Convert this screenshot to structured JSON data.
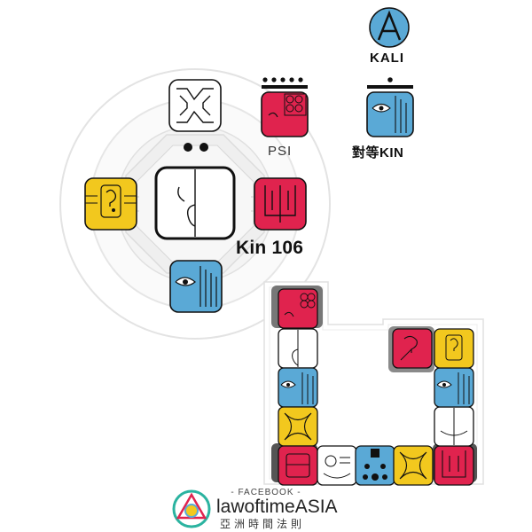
{
  "oracle": {
    "kin_title": "Kin 106",
    "psi_label": "PSI"
  },
  "kali": {
    "label": "KALI"
  },
  "equivalent": {
    "label": "對等KIN"
  },
  "brand": {
    "facebook": "- FACEBOOK -",
    "name": "lawoftimeASIA",
    "subtitle": "亞洲時間法則"
  },
  "colors": {
    "red": "#e0234e",
    "white": "#ffffff",
    "blue": "#5aa9d6",
    "yellow": "#f2c81e",
    "dark": "#111111",
    "grey": "#8a8a8a",
    "light_grey": "#e6e6e6"
  },
  "icons": [
    "kali-logo-icon",
    "white-worldbridger-seal-icon",
    "red-earth-seal-icon",
    "yellow-star-seal-icon",
    "red-dragon-seal-icon",
    "blue-storm-seal-icon",
    "guide-mirror-seal-icon",
    "brand-logo-icon"
  ]
}
